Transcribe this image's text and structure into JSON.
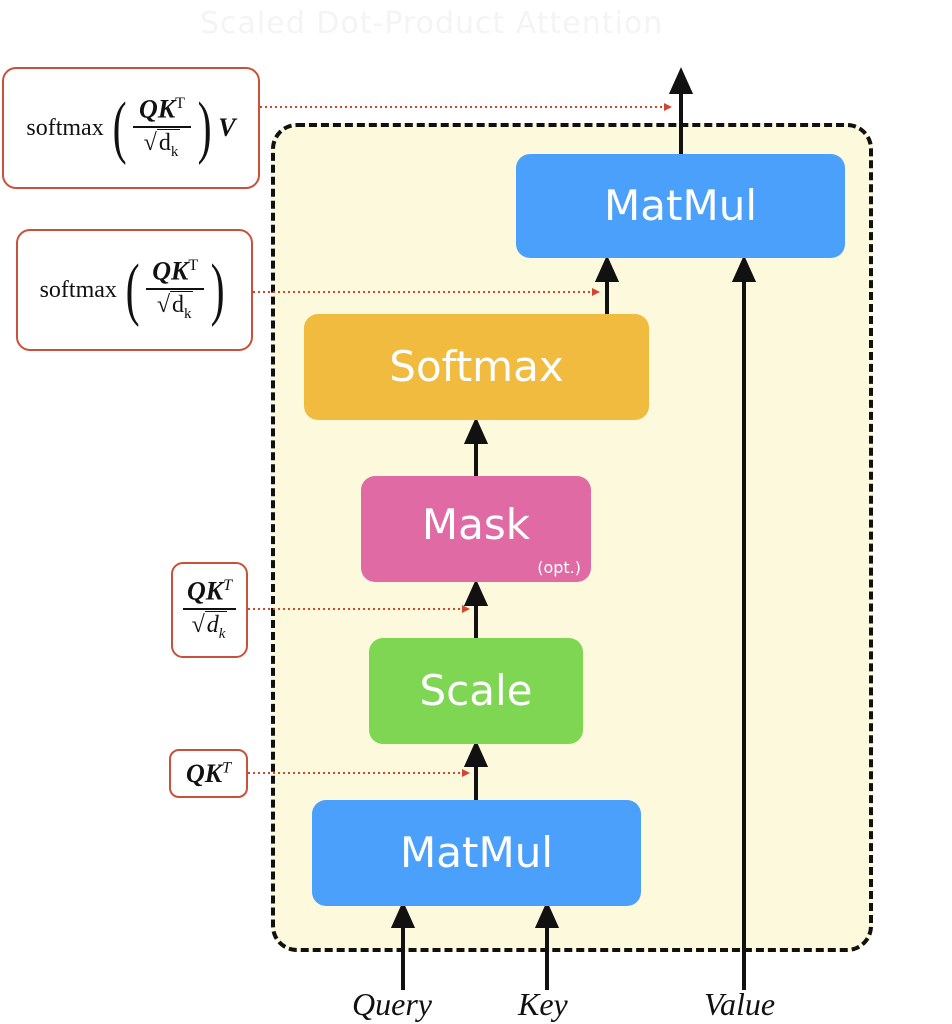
{
  "title": "Scaled Dot-Product Attention",
  "blocks": {
    "matmul_top": "MatMul",
    "softmax": "Softmax",
    "mask": "Mask",
    "mask_note": "(opt.)",
    "scale": "Scale",
    "matmul_bottom": "MatMul"
  },
  "inputs": {
    "query": "Query",
    "key": "Key",
    "value": "Value"
  },
  "formulas": {
    "softmax_fn": "softmax",
    "q": "Q",
    "k": "K",
    "t_upright": "T",
    "t_italic": "T",
    "sqrt": "√",
    "d": "d",
    "k_sub": "k",
    "v": "V"
  },
  "colors": {
    "matmul": "#4aa0fa",
    "softmax": "#f0bb3e",
    "mask": "#e06aa4",
    "scale": "#7fd653",
    "frame_fill": "#fcf9dd",
    "formula_border": "#c8513a",
    "pointer": "#d2452f"
  }
}
